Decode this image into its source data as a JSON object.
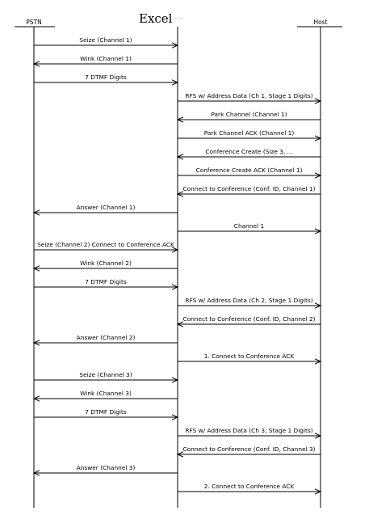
{
  "title": "Excel",
  "title_faint": "- -",
  "participants": [
    {
      "id": "pstn",
      "label": "PSTN"
    },
    {
      "id": "excel",
      "label": ""
    },
    {
      "id": "host",
      "label": "Host"
    }
  ],
  "messages": [
    {
      "label": "Seize (Channel 1)",
      "from": "pstn",
      "to": "excel"
    },
    {
      "label": "Wink (Channel 1)",
      "from": "excel",
      "to": "pstn"
    },
    {
      "label": "7 DTMF Digits",
      "from": "pstn",
      "to": "excel"
    },
    {
      "label": "RFS w/ Address Data (Ch 1, Stage 1 Digits)",
      "from": "excel",
      "to": "host"
    },
    {
      "label": "Park Channel (Channel 1)",
      "from": "host",
      "to": "excel"
    },
    {
      "label": "Park Channel ACK (Channel 1)",
      "from": "excel",
      "to": "host"
    },
    {
      "label": "Conference Create (Size 3, ...",
      "from": "host",
      "to": "excel"
    },
    {
      "label": "Conference Create ACK (Channel 1)",
      "from": "excel",
      "to": "host"
    },
    {
      "label": "Connect to Conference (Conf. ID, Channel 1)",
      "from": "host",
      "to": "excel"
    },
    {
      "label": "Answer (Channel 1)",
      "from": "excel",
      "to": "pstn"
    },
    {
      "label": "Channel 1",
      "from": "excel",
      "to": "host"
    },
    {
      "label": "Seize (Channel 2) Connect to Conference ACK",
      "from": "pstn",
      "to": "excel"
    },
    {
      "label": "Wink (Channel 2)",
      "from": "excel",
      "to": "pstn"
    },
    {
      "label": "7 DTMF Digits",
      "from": "pstn",
      "to": "excel"
    },
    {
      "label": "RFS w/ Address Data (Ch 2, Stage 1 Digits)",
      "from": "excel",
      "to": "host"
    },
    {
      "label": "Connect to Conference (Conf. ID, Channel 2)",
      "from": "host",
      "to": "excel"
    },
    {
      "label": "Answer (Channel 2)",
      "from": "excel",
      "to": "pstn"
    },
    {
      "label": "1. Connect to Conference ACK",
      "from": "excel",
      "to": "host"
    },
    {
      "label": "Seize (Channel 3)",
      "from": "pstn",
      "to": "excel"
    },
    {
      "label": "Wink (Channel 3)",
      "from": "excel",
      "to": "pstn"
    },
    {
      "label": "7 DTMF Digits",
      "from": "pstn",
      "to": "excel"
    },
    {
      "label": "RFS w/ Address Data (Ch 3, Stage 1 Digits)",
      "from": "excel",
      "to": "host"
    },
    {
      "label": "Connect to Conference (Conf. ID, Channel 3)",
      "from": "host",
      "to": "excel"
    },
    {
      "label": "Answer (Channel 3)",
      "from": "excel",
      "to": "pstn"
    },
    {
      "label": "2. Connect to Conference ACK",
      "from": "excel",
      "to": "host"
    }
  ]
}
